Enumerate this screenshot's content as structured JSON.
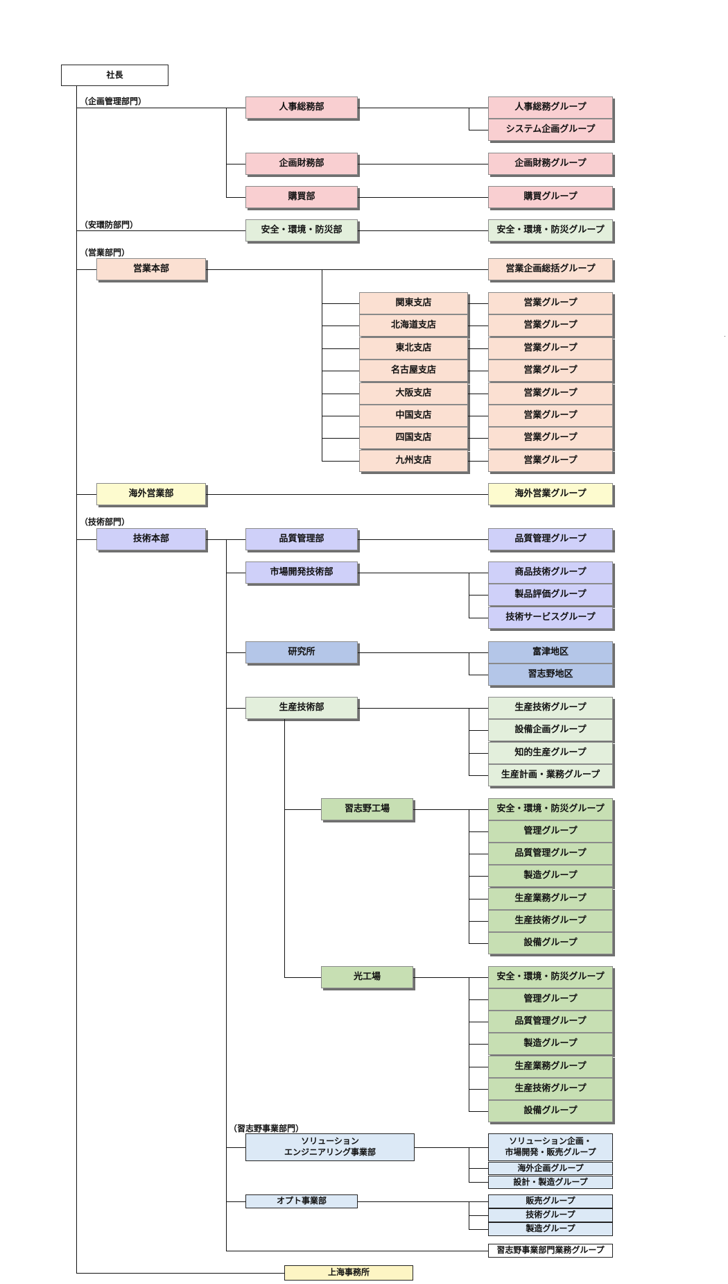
{
  "top": {
    "label": "社長"
  },
  "divisions": {
    "planning": "（企画管理部門）",
    "safety": "（安環防部門）",
    "sales": "（営業部門）",
    "tech": "（技術部門）",
    "narashino": "（習志野事業部門）"
  },
  "boxes": {
    "jinji": "人事総務部",
    "jinji_g": "人事総務グループ",
    "system_g": "システム企画グループ",
    "kikaku": "企画財務部",
    "kikaku_g": "企画財務グループ",
    "kobai": "購買部",
    "kobai_g": "購買グループ",
    "anzen": "安全・環境・防災部",
    "anzen_g": "安全・環境・防災グループ",
    "eigyo_hq": "営業本部",
    "eigyo_kikaku_g": "営業企画総括グループ",
    "branches": [
      "関東支店",
      "北海道支店",
      "東北支店",
      "名古屋支店",
      "大阪支店",
      "中国支店",
      "四国支店",
      "九州支店"
    ],
    "branch_group": "営業グループ",
    "kaigai": "海外営業部",
    "kaigai_g": "海外営業グループ",
    "gijutsu_hq": "技術本部",
    "hinshitsu": "品質管理部",
    "hinshitsu_g": "品質管理グループ",
    "shijo": "市場開発技術部",
    "shijo_groups": [
      "商品技術グループ",
      "製品評価グループ",
      "技術サービスグループ"
    ],
    "kenkyu": "研究所",
    "kenkyu_groups": [
      "富津地区",
      "習志野地区"
    ],
    "seisan": "生産技術部",
    "seisan_groups": [
      "生産技術グループ",
      "設備企画グループ",
      "知的生産グループ",
      "生産計画・業務グループ"
    ],
    "narashino_factory": "習志野工場",
    "hikari_factory": "光工場",
    "factory_groups": [
      "安全・環境・防災グループ",
      "管理グループ",
      "品質管理グループ",
      "製造グループ",
      "生産業務グループ",
      "生産技術グループ",
      "設備グループ"
    ],
    "solution": "ソリューション\nエンジニアリング事業部",
    "solution_groups": [
      "ソリューション企画・\n市場開発・販売グループ",
      "海外企画グループ",
      "設計・製造グループ"
    ],
    "opto": "オプト事業部",
    "opto_groups": [
      "販売グループ",
      "技術グループ",
      "製造グループ"
    ],
    "narashino_gyomu_g": "習志野事業部門業務グループ",
    "shanghai": "上海事務所"
  }
}
